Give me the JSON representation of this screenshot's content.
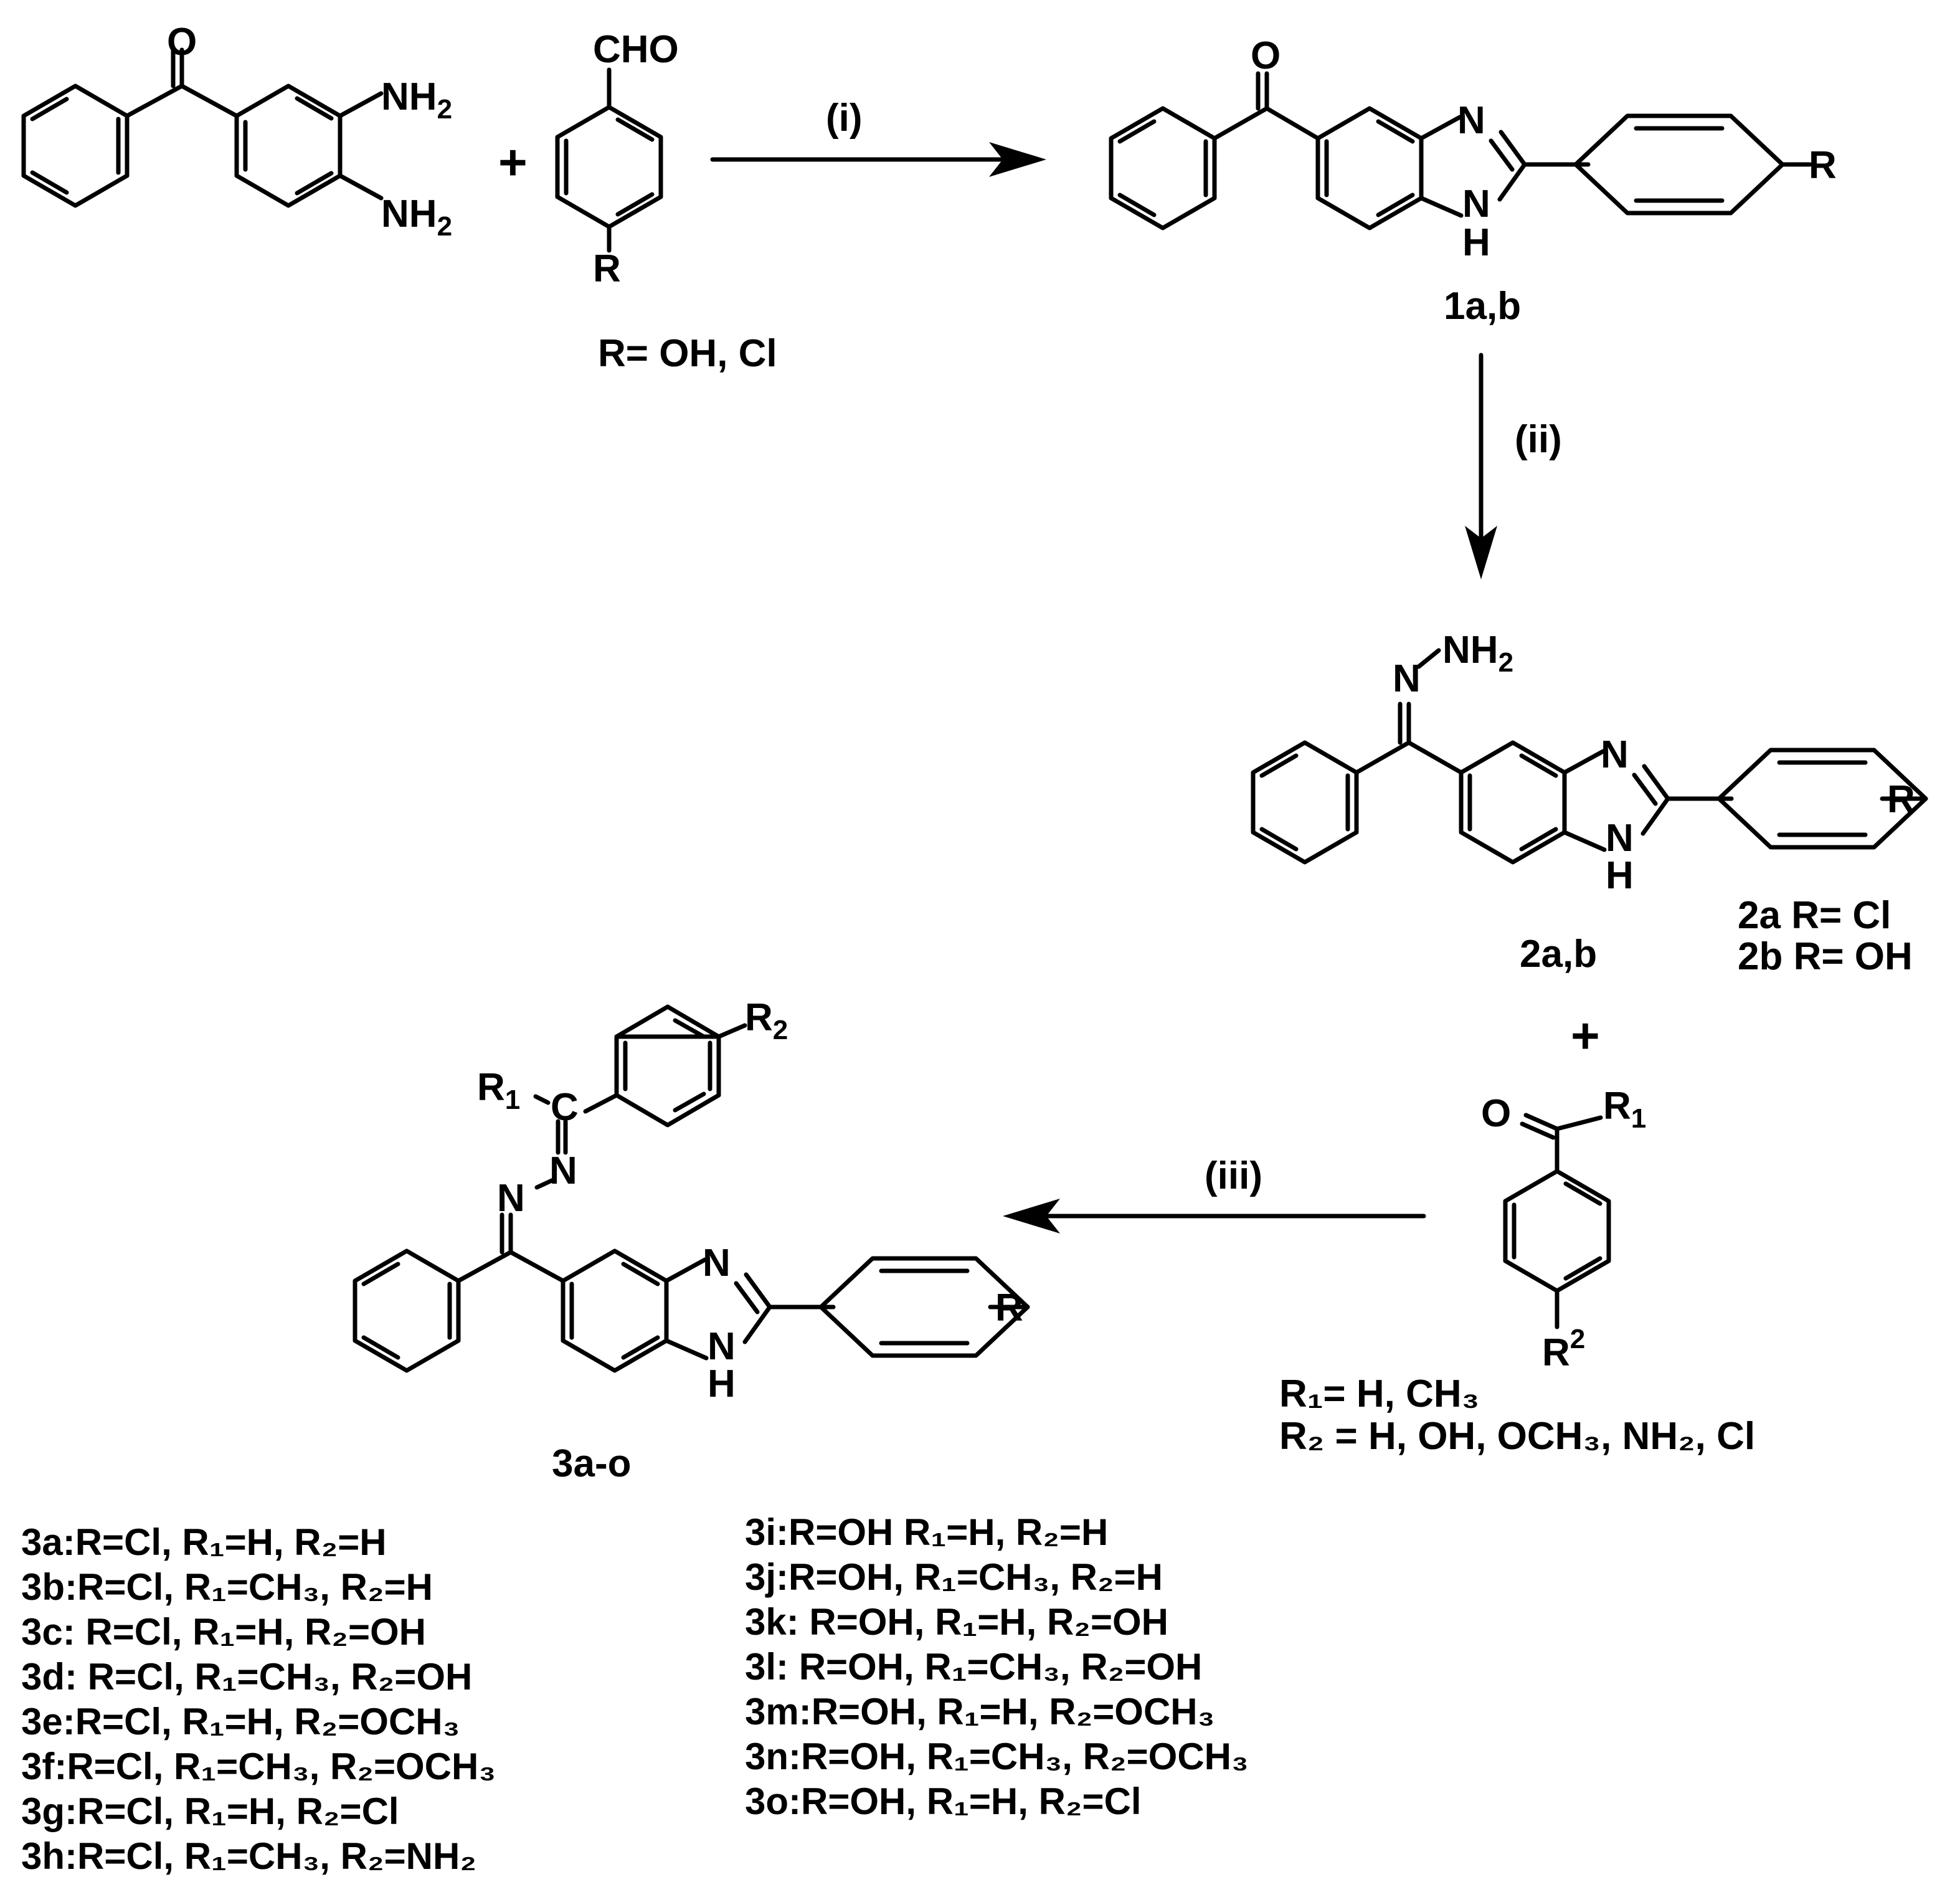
{
  "reactants": {
    "diamine_amine_top": "NH",
    "diamine_amine_bottom": "NH",
    "amine_sub": "2",
    "carbonyl_o": "O",
    "aldehyde_group": "CHO",
    "aldehyde_r": "R",
    "r_definition": "R= OH, Cl",
    "plus": "+"
  },
  "steps": {
    "step1": "(i)",
    "step2": "(ii)",
    "step3": "(iii)"
  },
  "compound1": {
    "label": "1a,b",
    "o": "O",
    "n": "N",
    "nh_n": "N",
    "nh_h": "H",
    "r": "R"
  },
  "compound2": {
    "label": "2a,b",
    "hydrazone_n": "N",
    "nh": "NH",
    "nh_sub": "2",
    "n": "N",
    "nh_n": "N",
    "nh_h": "H",
    "r": "R",
    "variant_a": "2a R= Cl",
    "variant_b": "2b R= OH"
  },
  "ketone": {
    "plus": "+",
    "o": "O",
    "r1": "R",
    "r1_sub": "1",
    "r2": "R",
    "r2_sup": "2",
    "def_r1": "R₁= H, CH₃",
    "def_r2": "R₂ = H, OH, OCH₃, NH₂, Cl"
  },
  "compound3": {
    "label": "3a-o",
    "r1": "R",
    "r1_sub": "1",
    "c": "C",
    "n_top": "N",
    "n_bottom": "N",
    "r2": "R",
    "r2_sub": "2",
    "n": "N",
    "nh_n": "N",
    "nh_h": "H",
    "r": "R"
  },
  "derivatives_left": [
    "3a:R=Cl,  R₁=H, R₂=H",
    "3b:R=Cl,  R₁=CH₃, R₂=H",
    "3c: R=Cl,  R₁=H, R₂=OH",
    "3d: R=Cl,  R₁=CH₃, R₂=OH",
    "3e:R=Cl,  R₁=H, R₂=OCH₃",
    "3f:R=Cl,  R₁=CH₃, R₂=OCH₃",
    "3g:R=Cl,  R₁=H, R₂=Cl",
    "3h:R=Cl,  R₁=CH₃, R₂=NH₂"
  ],
  "derivatives_right": [
    "3i:R=OH  R₁=H, R₂=H",
    "3j:R=OH,  R₁=CH₃, R₂=H",
    "3k: R=OH,  R₁=H, R₂=OH",
    "3l: R=OH,  R₁=CH₃, R₂=OH",
    "3m:R=OH,  R₁=H, R₂=OCH₃",
    "3n:R=OH,  R₁=CH₃, R₂=OCH₃",
    "3o:R=OH,  R₁=H, R₂=Cl"
  ]
}
